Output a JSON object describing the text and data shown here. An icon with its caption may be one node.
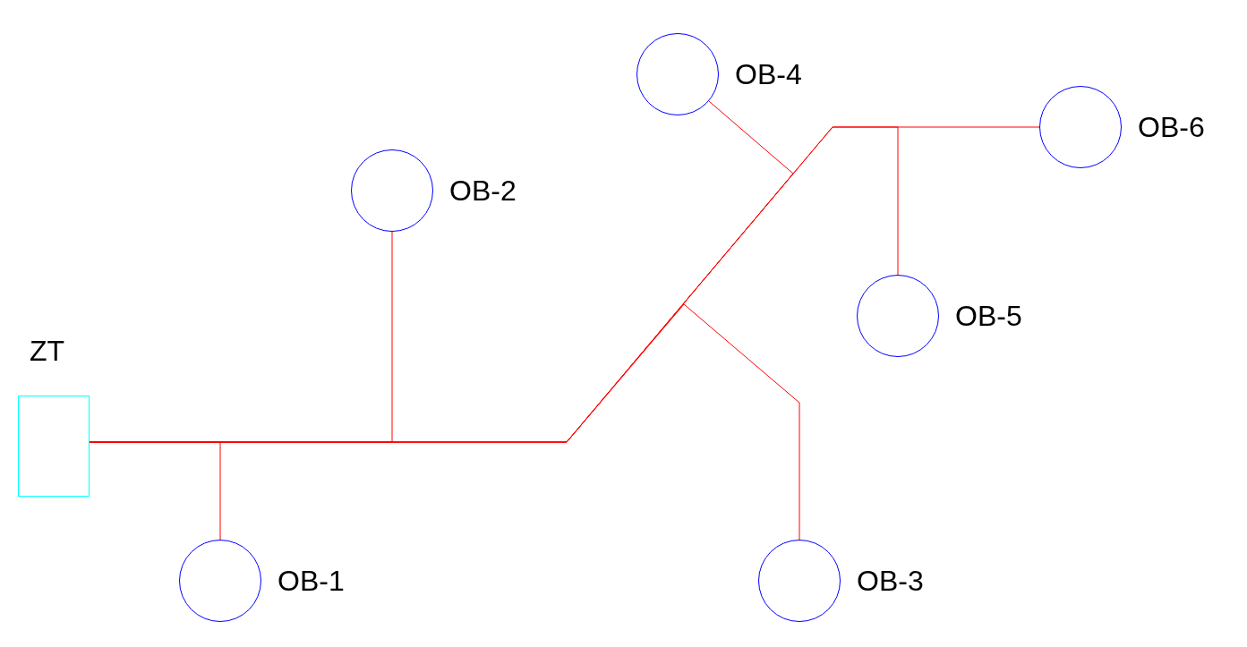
{
  "diagram": {
    "nodes": [
      {
        "text": [
          "ZT"
        ]
      },
      {
        "text": [
          "OB-1"
        ]
      },
      {
        "text": [
          "OB-2"
        ]
      },
      {
        "text": [
          "OB-3"
        ]
      },
      {
        "text": [
          "OB-4"
        ]
      },
      {
        "text": [
          "OB-5"
        ]
      },
      {
        "text": [
          "OB-6"
        ]
      }
    ],
    "edges": [
      {
        "from": 0,
        "to": 1,
        "arrow": "none"
      },
      {
        "from": 0,
        "to": 2,
        "arrow": "none"
      },
      {
        "from": 0,
        "to": 3,
        "arrow": "none"
      },
      {
        "from": 0,
        "to": 4,
        "arrow": "none"
      },
      {
        "from": 0,
        "to": 5,
        "arrow": "none"
      },
      {
        "from": 0,
        "to": 6,
        "arrow": "none"
      }
    ]
  }
}
